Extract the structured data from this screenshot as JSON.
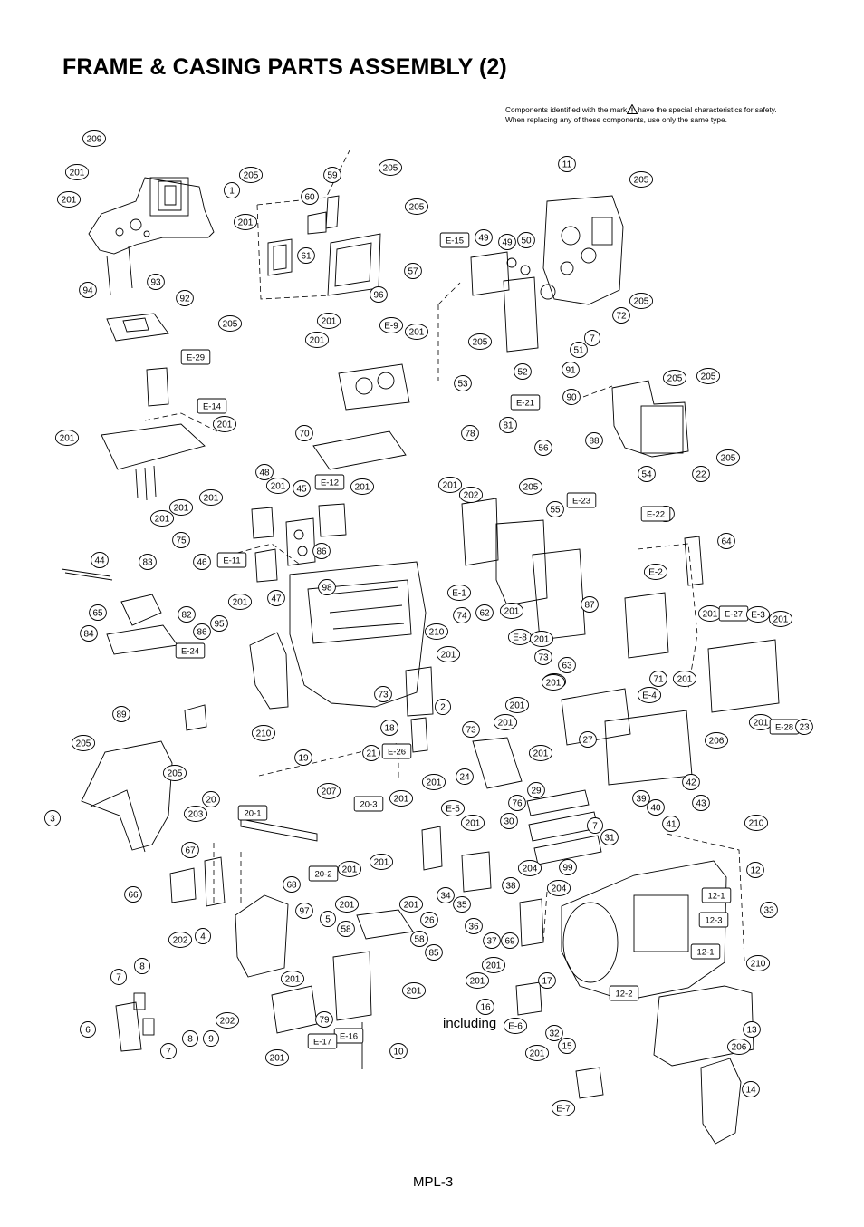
{
  "page": {
    "title": "FRAME & CASING PARTS ASSEMBLY (2)",
    "safety_note_line1_pre": "Components identified with the mark",
    "safety_note_line1_post": "have the special characteristics for safety.",
    "safety_note_line2": "When replacing any of these components, use only the same type.",
    "including_label": "including",
    "footer": "MPL-3"
  },
  "callouts": [
    "209",
    "201",
    "201",
    "1",
    "201",
    "205",
    "59",
    "205",
    "60",
    "205",
    "61",
    "57",
    "94",
    "93",
    "92",
    "205",
    "96",
    "201",
    "E-9",
    "201",
    "201",
    "E-15",
    "49",
    "49",
    "50",
    "11",
    "205",
    "205",
    "205",
    "72",
    "7",
    "51",
    "53",
    "52",
    "91",
    "90",
    "205",
    "205",
    "E-21",
    "205",
    "88",
    "22",
    "56",
    "54",
    "205",
    "55",
    "E-23",
    "80",
    "E-22",
    "78",
    "81",
    "202",
    "201",
    "E-29",
    "E-14",
    "201",
    "201",
    "201",
    "201",
    "70",
    "48",
    "201",
    "45",
    "E-12",
    "201",
    "201",
    "E-11",
    "86",
    "201",
    "98",
    "47",
    "75",
    "46",
    "44",
    "83",
    "65",
    "82",
    "86",
    "84",
    "95",
    "E-24",
    "E-1",
    "62",
    "64",
    "201",
    "E-2",
    "87",
    "201",
    "E-27",
    "E-3",
    "201",
    "74",
    "210",
    "201",
    "E-8",
    "201",
    "73",
    "201",
    "63",
    "201",
    "71",
    "E-4",
    "201",
    "201",
    "E-28",
    "23",
    "73",
    "2",
    "210",
    "18",
    "201",
    "73",
    "201",
    "201",
    "27",
    "206",
    "89",
    "205",
    "19",
    "21",
    "E-26",
    "205",
    "201",
    "24",
    "42",
    "43",
    "29",
    "39",
    "40",
    "3",
    "20",
    "207",
    "20-3",
    "201",
    "76",
    "E-5",
    "201",
    "41",
    "210",
    "203",
    "20-1",
    "30",
    "7",
    "31",
    "12",
    "99",
    "204",
    "67",
    "68",
    "20-2",
    "201",
    "201",
    "34",
    "204",
    "38",
    "12-1",
    "33",
    "66",
    "201",
    "201",
    "35",
    "97",
    "26",
    "36",
    "12-3",
    "4",
    "5",
    "58",
    "58",
    "37",
    "69",
    "202",
    "85",
    "12-1",
    "210",
    "201",
    "201",
    "17",
    "7",
    "8",
    "201",
    "79",
    "12-2",
    "201",
    "16",
    "E-6",
    "13",
    "6",
    "8",
    "9",
    "202",
    "E-16",
    "E-17",
    "10",
    "32",
    "15",
    "206",
    "7",
    "201",
    "201",
    "E-7",
    "14"
  ]
}
